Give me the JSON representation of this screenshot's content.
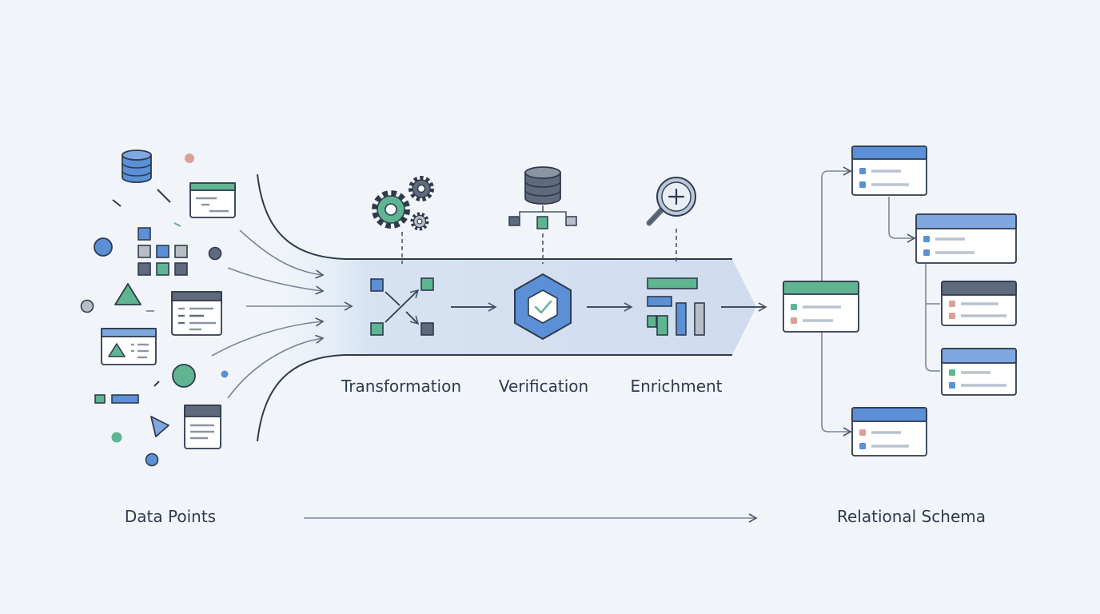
{
  "labels": {
    "source": "Data Points",
    "stage1": "Transformation",
    "stage2": "Verification",
    "stage3": "Enrichment",
    "target": "Relational Schema"
  },
  "colors": {
    "background": "#f1f5f9",
    "blue": "#5b8fd6",
    "blue_light": "#7fa8e0",
    "green": "#5fb592",
    "slate": "#5f6b7d",
    "pink": "#dba196",
    "gray": "#b9bec6",
    "line": "#2f3b4c",
    "pipe_fill": "#d5e2f2"
  },
  "icons": [
    "database-icon",
    "gear-icon",
    "magnifier-plus-icon",
    "shield-check-icon",
    "crossing-arrows-icon",
    "bar-chart-icon",
    "table-card-icon",
    "triangle-icon",
    "circle-icon"
  ]
}
